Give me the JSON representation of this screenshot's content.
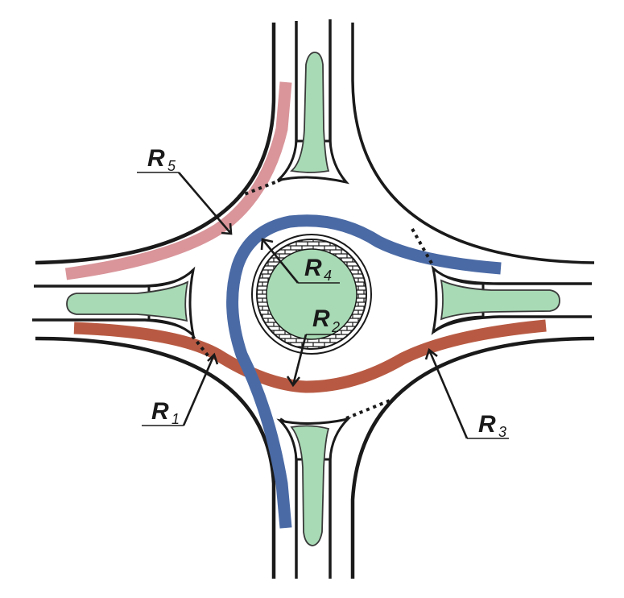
{
  "diagram": {
    "title": "Roundabout with four approaches — trajectory radii",
    "colors": {
      "background": "#ffffff",
      "curb": "#1a1a1a",
      "island_fill": "#a8dab5",
      "path_r5": "#d9959a",
      "path_r4": "#4a6aa5",
      "path_r1_r3": "#b85a43",
      "truck_apron_hatch": "#1a1a1a"
    },
    "labels": [
      {
        "id": "R1",
        "main": "R",
        "sub": "1"
      },
      {
        "id": "R2",
        "main": "R",
        "sub": "2"
      },
      {
        "id": "R3",
        "main": "R",
        "sub": "3"
      },
      {
        "id": "R4",
        "main": "R",
        "sub": "4"
      },
      {
        "id": "R5",
        "main": "R",
        "sub": "5"
      }
    ],
    "paths": [
      {
        "id": "right-turn-path",
        "radius": "R5",
        "color_key": "path_r5"
      },
      {
        "id": "left-turn-path",
        "radius": "R4",
        "color_key": "path_r4"
      },
      {
        "id": "through-path",
        "radii": [
          "R1",
          "R2",
          "R3"
        ],
        "color_key": "path_r1_r3"
      }
    ],
    "approaches": [
      "north",
      "south",
      "east",
      "west"
    ]
  }
}
